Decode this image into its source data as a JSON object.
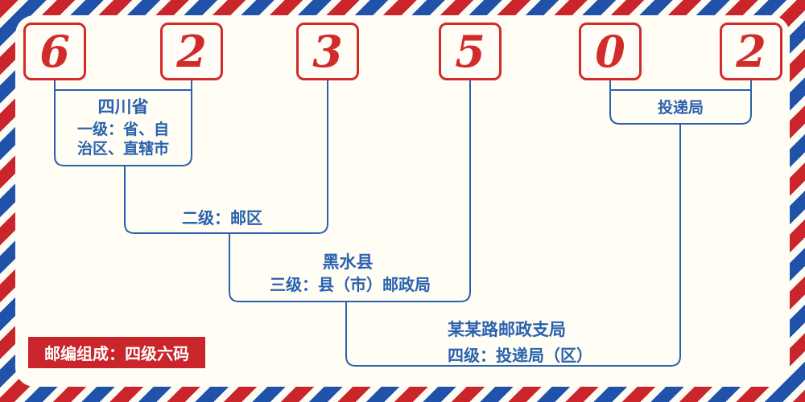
{
  "postal_code": {
    "digits": [
      "6",
      "2",
      "3",
      "5",
      "0",
      "2"
    ]
  },
  "annotations": {
    "level1": {
      "region": "四川省",
      "desc_line1": "一级：省、自",
      "desc_line2": "治区、直辖市"
    },
    "level2": {
      "desc": "二级：邮区"
    },
    "level3": {
      "region": "黑水县",
      "desc": "三级：县（市）邮政局"
    },
    "level4": {
      "office": "投递局",
      "branch": "某某路邮政支局",
      "desc": "四级：投递局（区）"
    },
    "footer": {
      "text": "邮编组成：四级六码"
    }
  },
  "colors": {
    "digit_red": "#d22b2b",
    "line_blue": "#2a62ae",
    "badge_red": "#c9252b",
    "stripe_red": "#c9252b",
    "stripe_blue": "#1f52a8",
    "background": "#fffdf4"
  }
}
